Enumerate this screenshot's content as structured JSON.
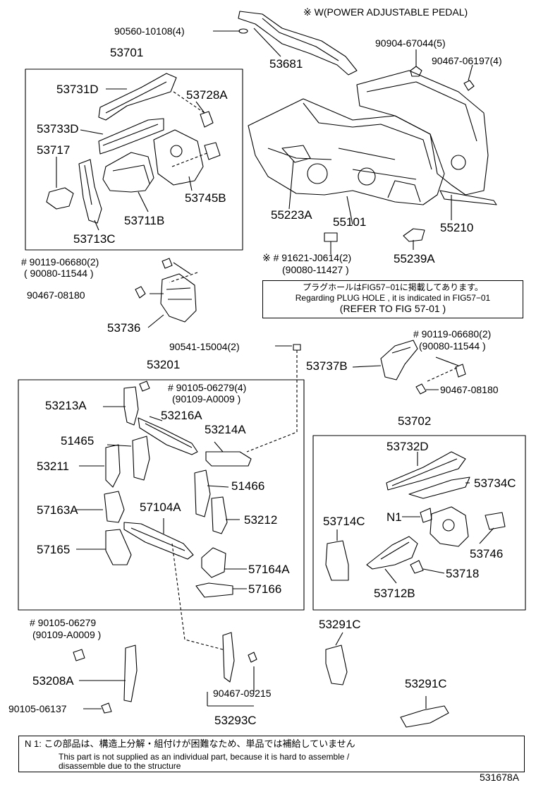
{
  "header_note": "※ W(POWER ADJUSTABLE PEDAL)",
  "labels": {
    "p90560": "90560-10108(4)",
    "p53681": "53681",
    "p90904": "90904-67044(5)",
    "p90467a": "90467-06197(4)",
    "p53701": "53701",
    "p53731D": "53731D",
    "p53728A": "53728A",
    "p53733D": "53733D",
    "p53717": "53717",
    "p53745B": "53745B",
    "p53711B": "53711B",
    "p53713C": "53713C",
    "p55223A": "55223A",
    "p55101": "55101",
    "p55210": "55210",
    "p90119a": "# 90119-06680(2)",
    "p90080a": "( 90080-11544 )",
    "p91621": "※ # 91621-J0614(2)",
    "p90080b": "(90080-11427 )",
    "p55239A": "55239A",
    "p90467b": "90467-08180",
    "p53736": "53736",
    "p90541": "90541-15004(2)",
    "p53201": "53201",
    "p90119b": "# 90119-06680(2)",
    "p90080c": "(90080-11544 )",
    "p53737B": "53737B",
    "p90467c": "90467-08180",
    "p90105a": "# 90105-06279(4)",
    "p90109a": "(90109-A0009 )",
    "p53213A": "53213A",
    "p53216A": "53216A",
    "p53214A": "53214A",
    "p51465": "51465",
    "p53211": "53211",
    "p51466": "51466",
    "p57163A": "57163A",
    "p57104A": "57104A",
    "p53212": "53212",
    "p57165": "57165",
    "p57164A": "57164A",
    "p57166": "57166",
    "p53702": "53702",
    "p53732D": "53732D",
    "p53734C": "53734C",
    "pN1": "N1",
    "p53714C": "53714C",
    "p53746": "53746",
    "p53718": "53718",
    "p53712B": "53712B",
    "p90105b": "# 90105-06279",
    "p90109b": "(90109-A0009 )",
    "p53291Ca": "53291C",
    "p53208A": "53208A",
    "p53291Cb": "53291C",
    "p90105c": "90105-06137",
    "p90467d": "90467-09215",
    "p53293C": "53293C"
  },
  "plug_note": {
    "jp": "プラグホールはFIG57−01に掲載してあります。",
    "en": "Regarding PLUG HOLE , it is indicated in FIG57−01",
    "ref": "(REFER TO FIG 57-01 )"
  },
  "footer_note": {
    "jp": "N 1: この部品は、構造上分解・組付けが困難なため、単品では補給していません",
    "en1": "This part is not supplied as an individual part, because it is hard to assemble /",
    "en2": "disassemble due to the structure"
  },
  "figure_id": "531678A"
}
